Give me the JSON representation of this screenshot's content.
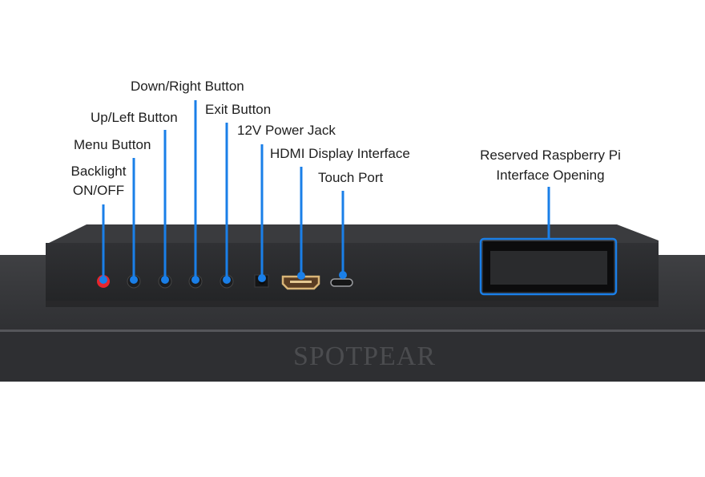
{
  "brand": "SPOTPEAR",
  "colors": {
    "accent": "#1a7fe8",
    "body": "#2c2d30",
    "backlight_button": "#e8252c",
    "hdmi_gold": "#d9b577"
  },
  "labels": {
    "backlight_line1": "Backlight",
    "backlight_line2": "ON/OFF",
    "menu": "Menu Button",
    "up_left": "Up/Left Button",
    "down_right": "Down/Right Button",
    "exit": "Exit Button",
    "power": "12V Power Jack",
    "hdmi": "HDMI Display Interface",
    "touch": "Touch Port",
    "rpi_line1": "Reserved Raspberry Pi",
    "rpi_line2": "Interface Opening"
  }
}
